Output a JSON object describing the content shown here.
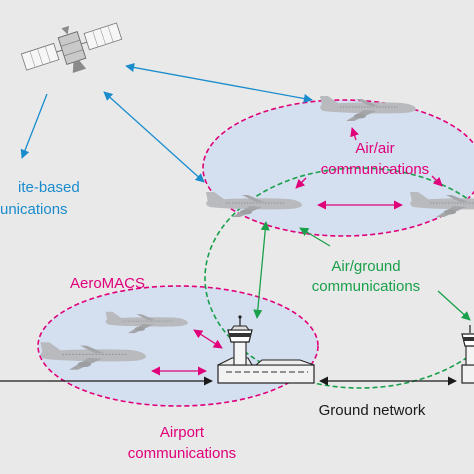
{
  "labels": {
    "satellite_line1": "ite-based",
    "satellite_line2": "unications",
    "air_air_line1": "Air/air",
    "air_air_line2": "communications",
    "air_ground_line1": "Air/ground",
    "air_ground_line2": "communications",
    "aeromacs": "AeroMACS",
    "airport_line1": "Airport",
    "airport_line2": "communications",
    "ground_network": "Ground network"
  },
  "colors": {
    "background": "#e9e9ea",
    "satellite_link": "#1a8ccc",
    "air_air": "#e0007a",
    "air_ground": "#1aa04a",
    "ground": "#1a1a1a",
    "aircraft": "#b8babd",
    "ellipse_fill": "#d4dff0"
  },
  "icons": {
    "satellite": "satellite-icon",
    "aircraft": "aircraft-icon",
    "tower": "control-tower-icon"
  }
}
